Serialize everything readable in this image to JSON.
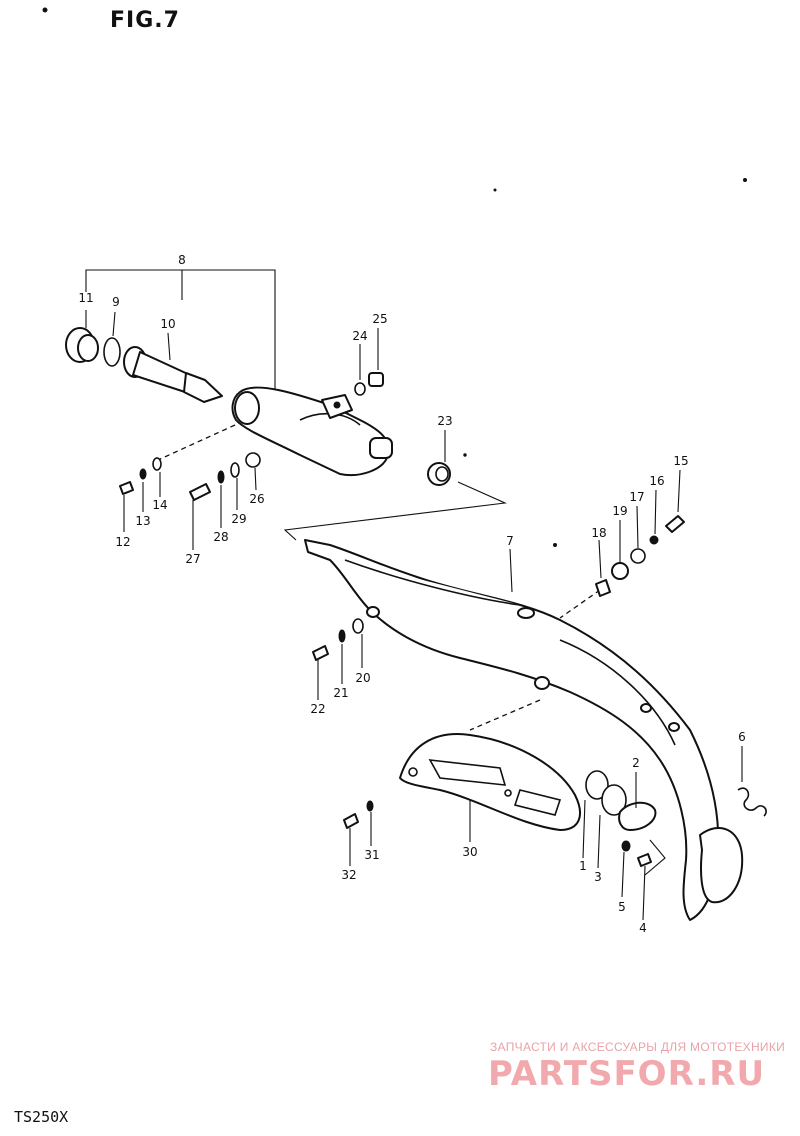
{
  "figure": {
    "title": "FIG.7",
    "model": "TS250X"
  },
  "watermark": {
    "line1": "ЗАПЧАСТИ И АКСЕССУАРЫ ДЛЯ МОТОТЕХНИКИ",
    "line2": "PARTSFOR.RU",
    "color": "#f1a9ae"
  },
  "callouts": [
    {
      "id": "c8",
      "text": "8"
    },
    {
      "id": "c11",
      "text": "11"
    },
    {
      "id": "c9",
      "text": "9"
    },
    {
      "id": "c10",
      "text": "10"
    },
    {
      "id": "c24",
      "text": "24"
    },
    {
      "id": "c25",
      "text": "25"
    },
    {
      "id": "c23",
      "text": "23"
    },
    {
      "id": "c15",
      "text": "15"
    },
    {
      "id": "c16",
      "text": "16"
    },
    {
      "id": "c17",
      "text": "17"
    },
    {
      "id": "c19",
      "text": "19"
    },
    {
      "id": "c18",
      "text": "18"
    },
    {
      "id": "c7",
      "text": "7"
    },
    {
      "id": "c14",
      "text": "14"
    },
    {
      "id": "c13",
      "text": "13"
    },
    {
      "id": "c12",
      "text": "12"
    },
    {
      "id": "c26",
      "text": "26"
    },
    {
      "id": "c29",
      "text": "29"
    },
    {
      "id": "c28",
      "text": "28"
    },
    {
      "id": "c27",
      "text": "27"
    },
    {
      "id": "c20",
      "text": "20"
    },
    {
      "id": "c21",
      "text": "21"
    },
    {
      "id": "c22",
      "text": "22"
    },
    {
      "id": "c6",
      "text": "6"
    },
    {
      "id": "c2",
      "text": "2"
    },
    {
      "id": "c1",
      "text": "1"
    },
    {
      "id": "c3",
      "text": "3"
    },
    {
      "id": "c5",
      "text": "5"
    },
    {
      "id": "c4",
      "text": "4"
    },
    {
      "id": "c30",
      "text": "30"
    },
    {
      "id": "c31",
      "text": "31"
    },
    {
      "id": "c32",
      "text": "32"
    }
  ]
}
